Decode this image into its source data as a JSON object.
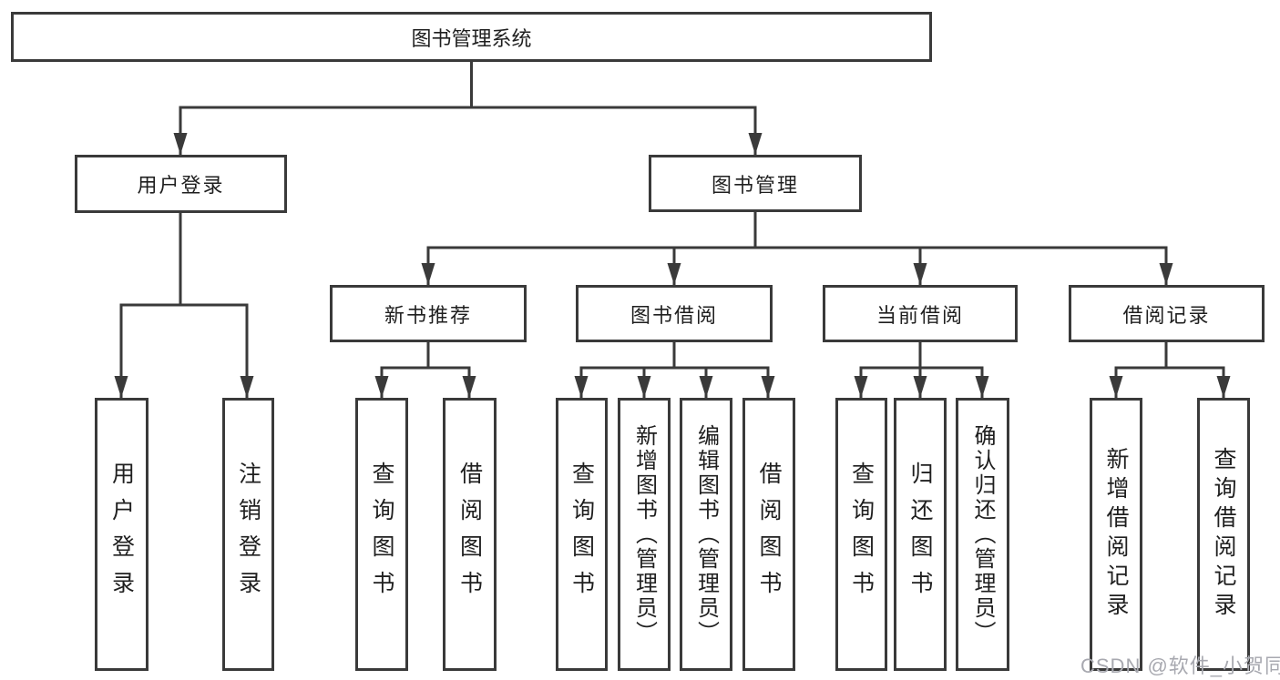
{
  "diagram_title": "图书管理系统",
  "colors": {
    "line": "#3a3a3a",
    "text": "#1f1f1f",
    "watermark": "#a8a9b0",
    "background": "#ffffff"
  },
  "tree": {
    "root": "图书管理系统",
    "children": [
      {
        "label": "用户登录",
        "children": [
          "用户登录",
          "注销登录"
        ]
      },
      {
        "label": "图书管理",
        "children": [
          {
            "label": "新书推荐",
            "children": [
              "查询图书",
              "借阅图书"
            ]
          },
          {
            "label": "图书借阅",
            "children": [
              "查询图书",
              "新增图书（管理员）",
              "编辑图书（管理员）",
              "借阅图书"
            ]
          },
          {
            "label": "当前借阅",
            "children": [
              "查询图书",
              "归还图书",
              "确认归还（管理员）"
            ]
          },
          {
            "label": "借阅记录",
            "children": [
              "新增借阅记录",
              "查询借阅记录"
            ]
          }
        ]
      }
    ]
  },
  "watermark": "CSDN @软件_小贺同学"
}
